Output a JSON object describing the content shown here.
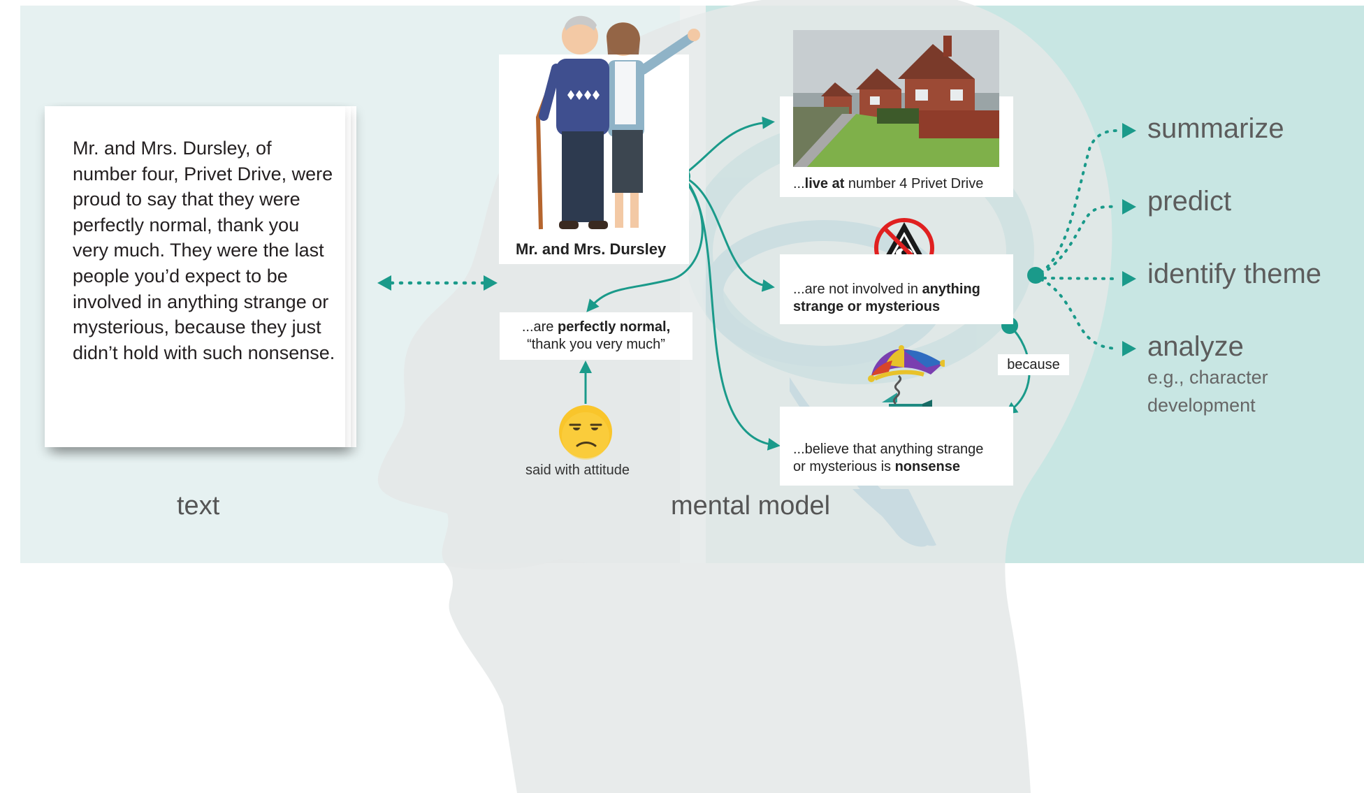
{
  "text_panel": {
    "passage": "Mr. and Mrs. Dursley, of number four, Privet Drive, were proud to say that they were perfectly normal, thank you very much. They were the last people you’d expect to be involved in anything strange or mysterious, because they just didn’t hold with such nonsense.",
    "caption": "text"
  },
  "model_panel": {
    "caption": "mental model",
    "characters_label": "Mr. and Mrs. Dursley",
    "normal_prefix": "...are ",
    "normal_bold": "perfectly normal,",
    "normal_quote": "“thank you very much”",
    "attitude_label": "said with attitude",
    "live_prefix": "...",
    "live_bold": "live at",
    "live_rest": " number 4 Privet Drive",
    "involved_prefix": "...are not involved in ",
    "involved_bold1": "anything",
    "involved_bold2": "strange or mysterious",
    "believe_line1": "...believe that anything strange",
    "believe_prefix2": "or mysterious is ",
    "believe_bold": "nonsense",
    "because_label": "because"
  },
  "outputs": {
    "summarize": "summarize",
    "predict": "predict",
    "identify_theme": "identify theme",
    "analyze": "analyze",
    "analyze_sub1": "e.g., character",
    "analyze_sub2": "development"
  },
  "colors": {
    "teal": "#1a9a8a",
    "left_panel": "#e6f1f1",
    "right_panel": "#c8e6e3",
    "head": "#dde1e1"
  }
}
